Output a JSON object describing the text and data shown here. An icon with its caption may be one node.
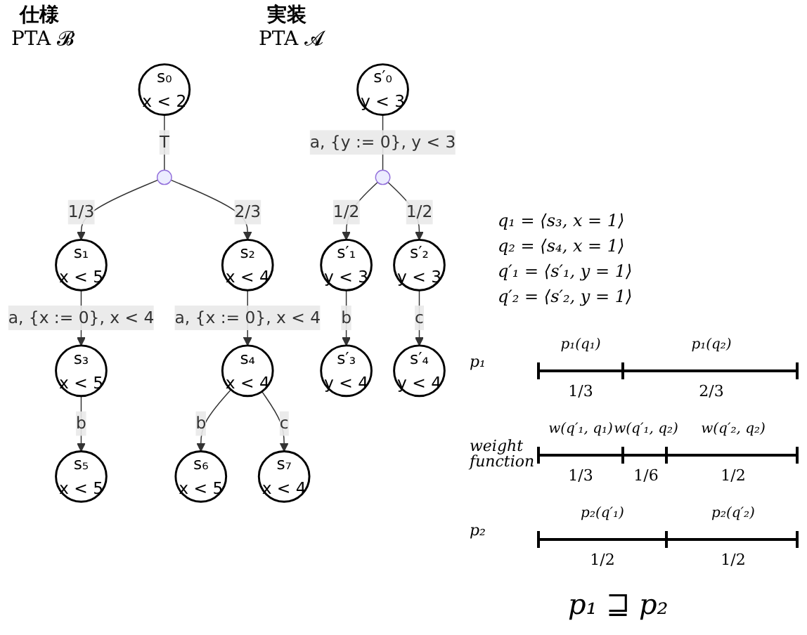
{
  "diagram": {
    "nodes": [
      {
        "text": [
          "s₀",
          "x < 2"
        ]
      },
      {
        "text": [],
        "shape": "circle"
      },
      {
        "text": [
          "s₁",
          "x < 5"
        ]
      },
      {
        "text": [
          "s₂",
          "x < 4"
        ]
      },
      {
        "text": [
          "s₃",
          "x < 5"
        ]
      },
      {
        "text": [
          "s₄",
          "x < 4"
        ]
      },
      {
        "text": [
          "s₅",
          "x < 5"
        ]
      },
      {
        "text": [
          "s₆",
          "x < 5"
        ]
      },
      {
        "text": [
          "s₇",
          "x < 4"
        ]
      },
      {
        "text": [
          "s′₀",
          "y < 3"
        ]
      },
      {
        "text": [],
        "shape": "circle"
      },
      {
        "text": [
          "s′₁",
          "y < 3"
        ]
      },
      {
        "text": [
          "s′₂",
          "y < 3"
        ]
      },
      {
        "text": [
          "s′₃",
          "y < 4"
        ]
      },
      {
        "text": [
          "s′₄",
          "y < 4"
        ]
      }
    ],
    "edges": [
      {
        "from": 0,
        "to": 1,
        "arrow": "none",
        "label": "T"
      },
      {
        "from": 1,
        "to": 2,
        "arrow": "to",
        "label": "1/3"
      },
      {
        "from": 1,
        "to": 3,
        "arrow": "to",
        "label": "2/3"
      },
      {
        "from": 2,
        "to": 4,
        "arrow": "to",
        "label": "a, {x := 0}, x < 4"
      },
      {
        "from": 3,
        "to": 5,
        "arrow": "to",
        "label": "a, {x := 0}, x < 4"
      },
      {
        "from": 4,
        "to": 6,
        "arrow": "to",
        "label": "b"
      },
      {
        "from": 5,
        "to": 7,
        "arrow": "to",
        "label": "b"
      },
      {
        "from": 5,
        "to": 8,
        "arrow": "to",
        "label": "c"
      },
      {
        "from": 9,
        "to": 10,
        "arrow": "none",
        "label": "a, {y := 0}, y < 3"
      },
      {
        "from": 10,
        "to": 11,
        "arrow": "to",
        "label": "1/2"
      },
      {
        "from": 10,
        "to": 12,
        "arrow": "to",
        "label": "1/2"
      },
      {
        "from": 11,
        "to": 13,
        "arrow": "to",
        "label": "b"
      },
      {
        "from": 12,
        "to": 14,
        "arrow": "to",
        "label": "c"
      }
    ],
    "labels": [
      "仕様",
      "PTA 𝓑",
      "実装",
      "PTA 𝓐",
      "q₁ = ⟨s₃, x = 1⟩",
      "q₂ = ⟨s₄, x = 1⟩",
      "q′₁ = ⟨s′₁, y = 1⟩",
      "q′₂ = ⟨s′₂, y = 1⟩",
      "p₁",
      "p₁(q₁)",
      "p₁(q₂)",
      "1/3",
      "2/3",
      "weight function",
      "w(q′₁, q₁)",
      "w(q′₁, q₂)",
      "w(q′₂, q₂)",
      "1/3",
      "1/6",
      "1/2",
      "p₂",
      "p₂(q′₁)",
      "p₂(q′₂)",
      "1/2",
      "1/2",
      "p₁ ⊒ p₂"
    ]
  }
}
